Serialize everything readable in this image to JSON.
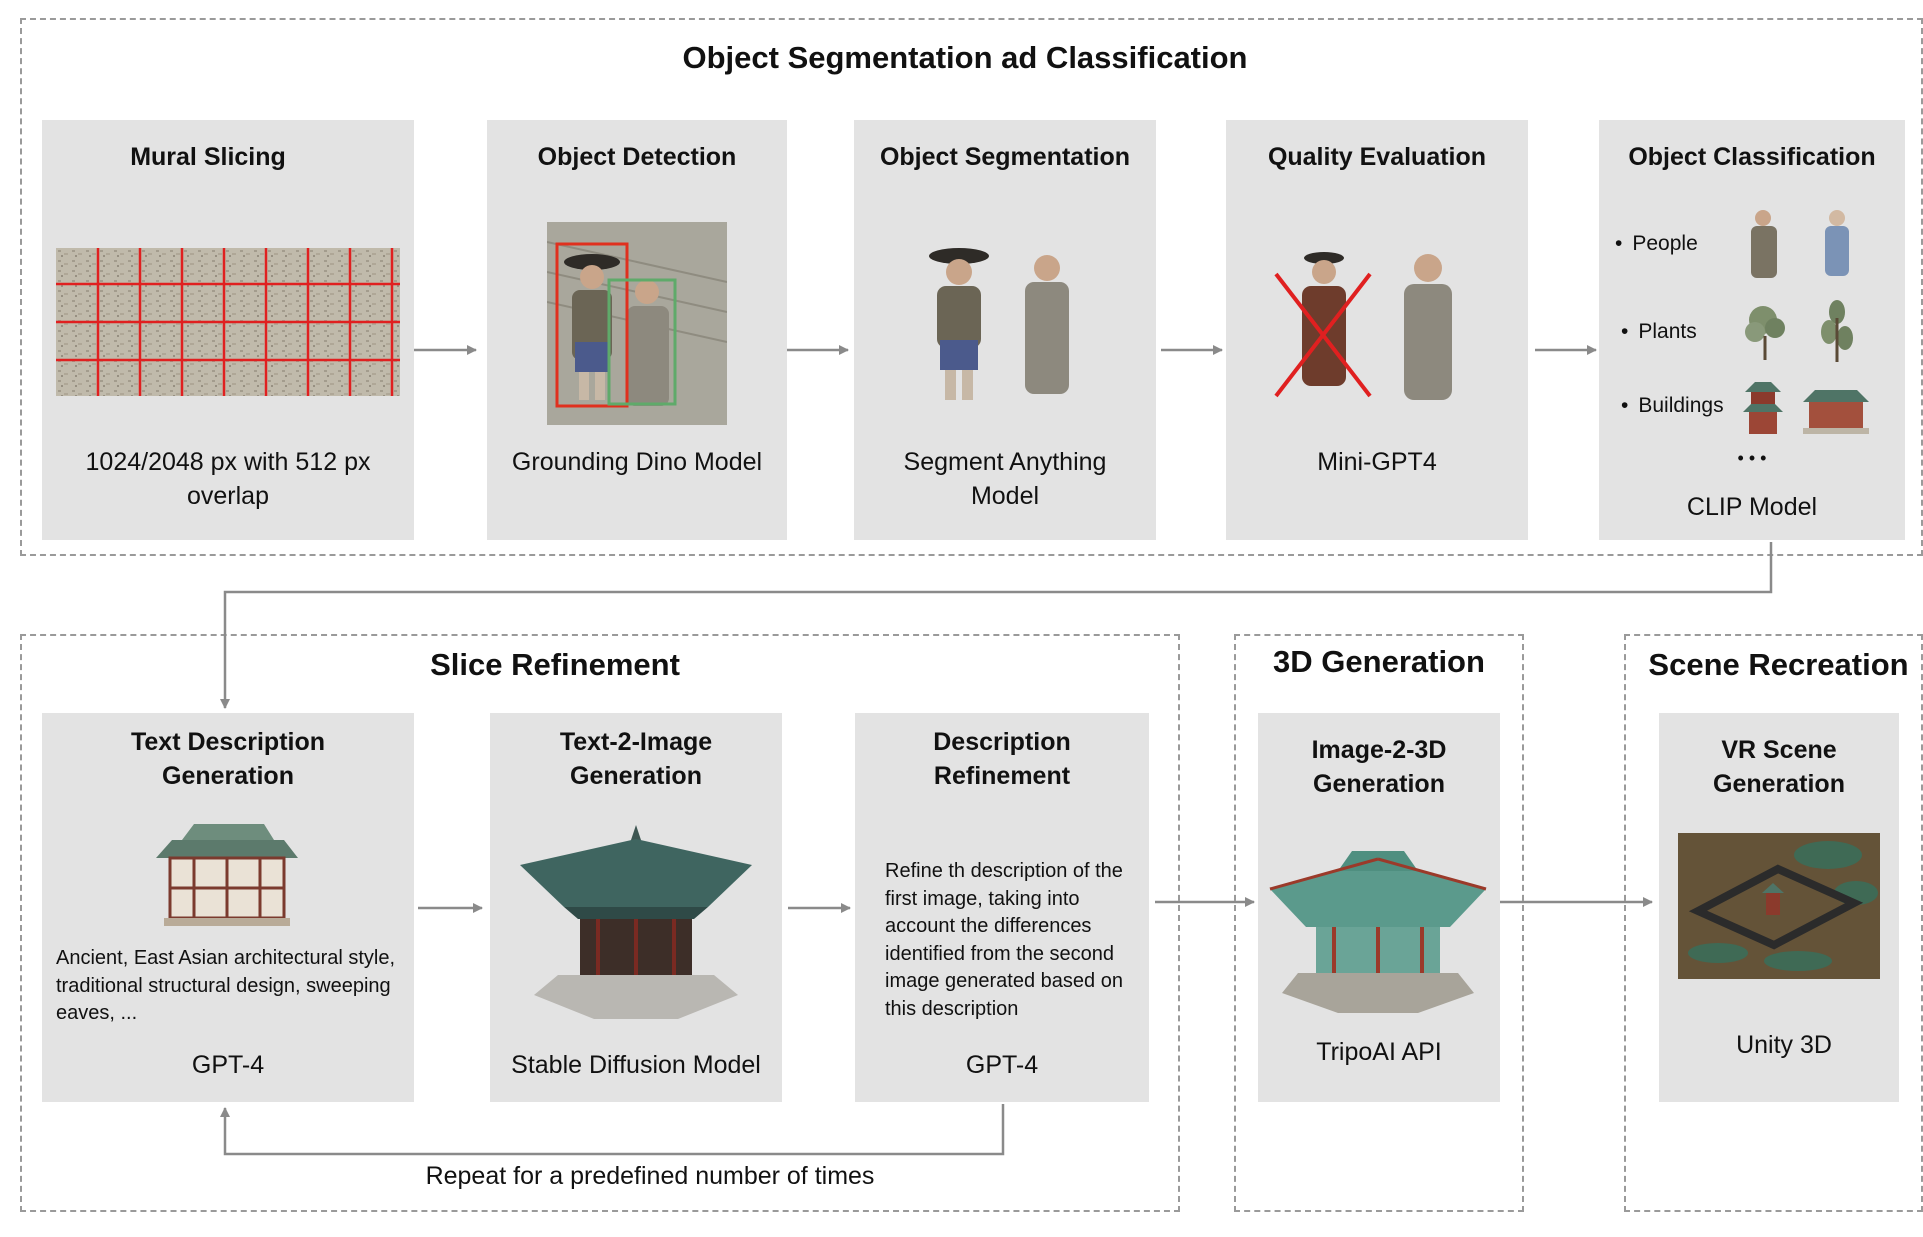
{
  "groups": {
    "segmentation": {
      "title": "Object Segmentation ad Classification"
    },
    "refinement": {
      "title": "Slice Refinement"
    },
    "generation3d": {
      "title": "3D Generation"
    },
    "recreation": {
      "title": "Scene Recreation"
    }
  },
  "stages": {
    "mural_slicing": {
      "title": "Mural Slicing",
      "caption": "1024/2048 px with 512 px overlap"
    },
    "object_detection": {
      "title": "Object Detection",
      "caption": "Grounding Dino Model"
    },
    "object_segmentation": {
      "title": "Object Segmentation",
      "caption": "Segment Anything Model"
    },
    "quality_evaluation": {
      "title": "Quality Evaluation",
      "caption": "Mini-GPT4"
    },
    "object_classification": {
      "title": "Object Classification",
      "caption": "CLIP Model",
      "categories": [
        "People",
        "Plants",
        "Buildings"
      ],
      "ellipsis": "• • •"
    },
    "text_description": {
      "title": "Text Description Generation",
      "body": "Ancient, East Asian architectural style, traditional structural design, sweeping eaves,  ...",
      "caption": "GPT-4"
    },
    "text_to_image": {
      "title": "Text-2-Image Generation",
      "caption": "Stable Diffusion Model"
    },
    "description_refinement": {
      "title": "Description Refinement",
      "body": "Refine th description of the first image, taking into account the differences identified from the second image generated based on this description",
      "caption": "GPT-4"
    },
    "image_to_3d": {
      "title": "Image-2-3D Generation",
      "caption": "TripoAI API"
    },
    "vr_scene": {
      "title": "VR Scene Generation",
      "caption": "Unity 3D"
    }
  },
  "loop_label": "Repeat for a predefined number of times",
  "colors": {
    "card_bg": "#e3e3e3",
    "arrow": "#8a8a8a",
    "dashed_border": "#9a9a9a",
    "detection_box_red": "#e0301e",
    "detection_box_green": "#5faa6a",
    "grid_red": "#e02020",
    "reject_cross": "#e02020"
  }
}
